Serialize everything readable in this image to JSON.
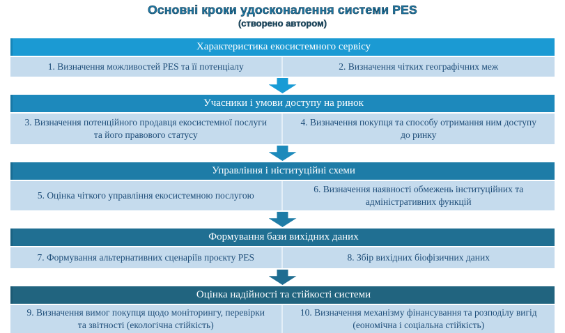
{
  "title": "Основні кроки удосконалення системи PES",
  "subtitle": "(створено автором)",
  "colors": {
    "title_fill": "#1E7BA8",
    "subtitle_fill": "#1A4A62",
    "cell_background": "#C5DBED",
    "cell_text": "#1F4E79",
    "header_text": "#FDFEFF",
    "header_fills": [
      "#1B9AD3",
      "#1D89BC",
      "#1E7CA7",
      "#206F92",
      "#21647F"
    ],
    "arrow_fills": [
      "#189BD5",
      "#1C8ABB",
      "#1E7CA6",
      "#1F6D91"
    ]
  },
  "sections": [
    {
      "header": "Характеристика екосистемного сервісу",
      "left": "1. Визначення можливостей PES та її потенціалу",
      "right": "2. Визначення чітких географічних меж"
    },
    {
      "header": "Учасники і умови доступу на ринок",
      "left": "3. Визначення потенційного продавця екосистемної послуги та його правового статусу",
      "right": "4. Визначення покупця та способу отримання ним доступу до ринку"
    },
    {
      "header": "Управління і ніституційні схеми",
      "left": "5. Оцінка чіткого управління екосистемною послугою",
      "right": "6. Визначення наявності обмежень інституційних та адміністративних функцій"
    },
    {
      "header": "Формування бази вихідних даних",
      "left": "7. Формування альтернативних сценаріїв проєкту PES",
      "right": "8. Збір вихідних біофізичних даних"
    },
    {
      "header": "Оцінка надійності та стійкості системи",
      "left": "9. Визначення вимог покупця щодо моніторингу, перевірки та звітності (екологічна стійкість)",
      "right": "10. Визначення механізму фінансування та розподілу вигід (еономічна і соціальна стійкість)"
    }
  ]
}
